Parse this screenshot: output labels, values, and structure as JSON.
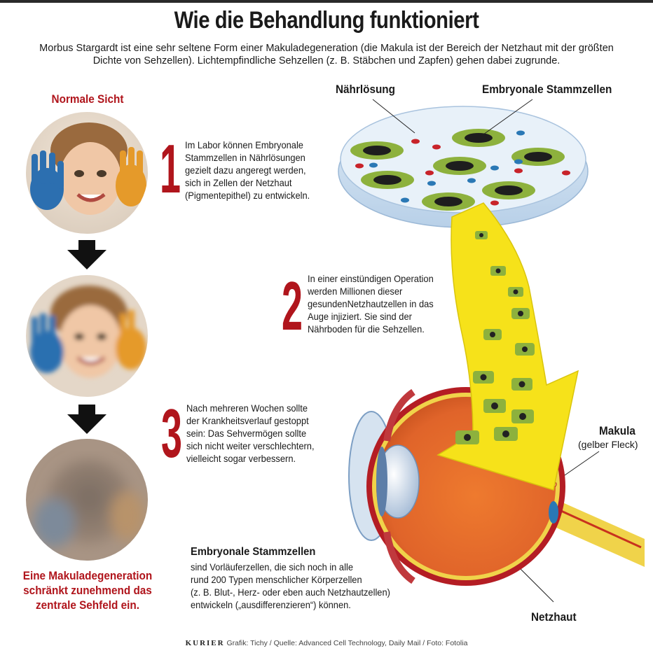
{
  "header": {
    "title": "Wie die Behandlung funktioniert",
    "subtitle_line1": "Morbus Stargardt ist eine sehr seltene Form einer Makuladegeneration (die Makula ist der Bereich der Netzhaut mit der größten",
    "subtitle_line2": "Dichte von Sehzellen). Lichtempfindliche Sehzellen (z. B. Stäbchen und Zapfen) gehen dabei zugrunde."
  },
  "left_column": {
    "heading": "Normale Sicht",
    "caption_line1": "Eine Makuladegeneration",
    "caption_line2": "schränkt zunehmend das",
    "caption_line3": "zentrale Sehfeld ein."
  },
  "steps": [
    {
      "number": "1",
      "lines": [
        "Im Labor können Embryonale",
        "Stammzellen in Nährlösungen",
        "gezielt dazu angeregt werden,",
        "sich in Zellen der Netzhaut",
        "(Pigmentepithel) zu entwickeln."
      ]
    },
    {
      "number": "2",
      "lines": [
        "In einer einstündigen Operation",
        "werden Millionen dieser",
        "gesundenNetzhautzellen in das",
        "Auge injiziert. Sie sind der",
        "Nährboden für die Sehzellen."
      ]
    },
    {
      "number": "3",
      "lines": [
        "Nach mehreren Wochen sollte",
        "der Krankheitsverlauf gestoppt",
        "sein: Das Sehvermögen sollte",
        "sich nicht weiter verschlechtern,",
        "vielleicht sogar verbessern."
      ]
    }
  ],
  "dish_labels": {
    "naehrloesung": "Nährlösung",
    "stammzellen": "Embryonale Stammzellen"
  },
  "eye_labels": {
    "makula": "Makula",
    "makula_sub": "(gelber Fleck)",
    "netzhaut": "Netzhaut"
  },
  "info_box": {
    "title": "Embryonale Stammzellen",
    "lines": [
      "sind Vorläuferzellen, die sich noch in alle",
      "rund 200 Typen menschlicher Körperzellen",
      "(z. B. Blut-, Herz- oder eben auch Netzhautzellen)",
      "entwickeln („ausdifferenzieren“) können."
    ]
  },
  "footer": {
    "brand": "KURIER",
    "credits": "Grafik: Tichy / Quelle: Advanced Cell Technology, Daily Mail  / Foto: Fotolia"
  },
  "colors": {
    "accent_red": "#b0151c",
    "cell_green": "#8db13d",
    "injection_yellow": "#f6e21a",
    "eye_orange": "#e06a25"
  }
}
